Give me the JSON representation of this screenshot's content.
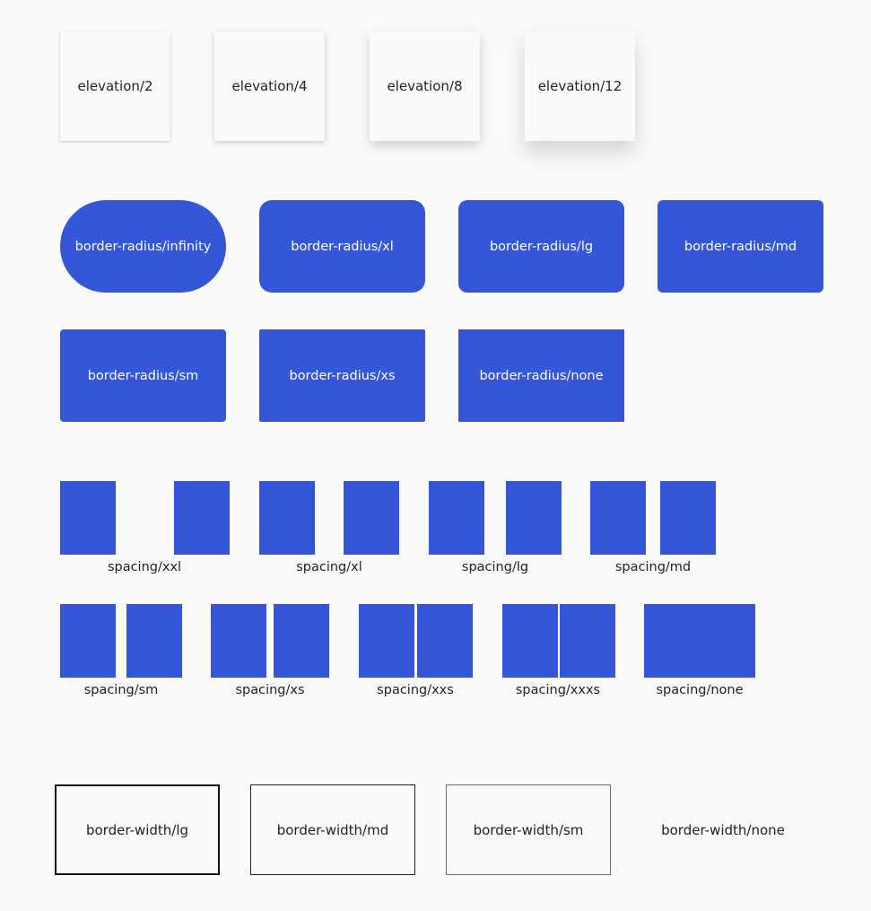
{
  "colors": {
    "background": "#fafafa",
    "accent": "#3556d9",
    "text": "#222222",
    "on_accent": "#ffffff"
  },
  "elevation": [
    {
      "label": "elevation/2"
    },
    {
      "label": "elevation/4"
    },
    {
      "label": "elevation/8"
    },
    {
      "label": "elevation/12"
    }
  ],
  "border_radius": [
    {
      "label": "border-radius/infinity"
    },
    {
      "label": "border-radius/xl"
    },
    {
      "label": "border-radius/lg"
    },
    {
      "label": "border-radius/md"
    },
    {
      "label": "border-radius/sm"
    },
    {
      "label": "border-radius/xs"
    },
    {
      "label": "border-radius/none"
    }
  ],
  "spacing": [
    {
      "label": "spacing/xxl"
    },
    {
      "label": "spacing/xl"
    },
    {
      "label": "spacing/lg"
    },
    {
      "label": "spacing/md"
    },
    {
      "label": "spacing/sm"
    },
    {
      "label": "spacing/xs"
    },
    {
      "label": "spacing/xxs"
    },
    {
      "label": "spacing/xxxs"
    },
    {
      "label": "spacing/none"
    }
  ],
  "border_width": [
    {
      "label": "border-width/lg"
    },
    {
      "label": "border-width/md"
    },
    {
      "label": "border-width/sm"
    },
    {
      "label": "border-width/none"
    }
  ]
}
